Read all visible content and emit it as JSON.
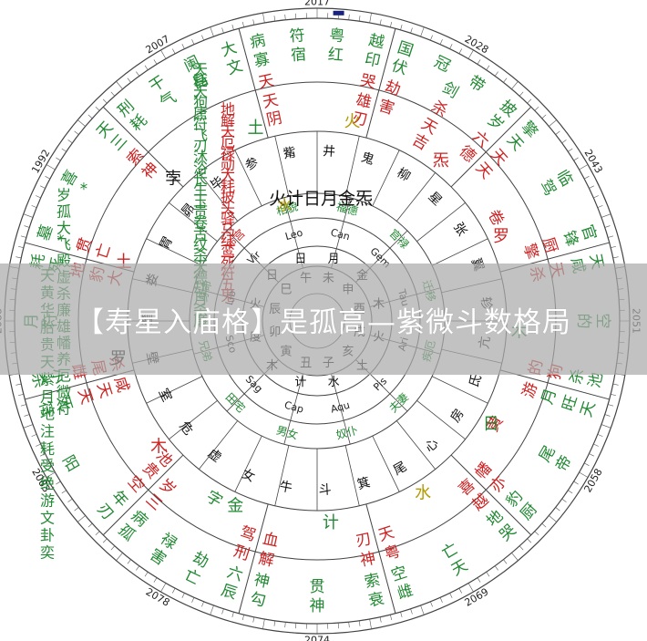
{
  "banner": {
    "title": "【寿星入庙格】是孤高—紫微斗数格局"
  },
  "colors": {
    "red": "#cc2222",
    "green": "#228833",
    "black": "#111111",
    "gold": "#b39a00",
    "ring": "#444444"
  },
  "years": [
    "2017",
    "2028",
    "2043",
    "2051",
    "2058",
    "2069",
    "2074",
    "2078",
    "2083",
    "2088",
    "1992",
    "2007"
  ],
  "houses": [
    {
      "stars_outer": [
        {
          "t": "病",
          "c": "green"
        },
        {
          "t": "符",
          "c": "green"
        },
        {
          "t": "粤",
          "c": "green"
        },
        {
          "t": "越",
          "c": "green"
        },
        {
          "t": "寡",
          "c": "green"
        },
        {
          "t": "宿",
          "c": "green"
        },
        {
          "t": "红",
          "c": "green"
        },
        {
          "t": "印",
          "c": "green"
        }
      ],
      "stars_inner": [
        {
          "t": "天",
          "c": "red"
        },
        {
          "t": "哭",
          "c": "red"
        },
        {
          "t": "天",
          "c": "red"
        },
        {
          "t": "雄",
          "c": "red"
        },
        {
          "t": "阴",
          "c": "red"
        },
        {
          "t": "刃",
          "c": "red"
        }
      ]
    },
    {
      "stars_outer": [
        {
          "t": "国",
          "c": "green"
        },
        {
          "t": "冠",
          "c": "green"
        },
        {
          "t": "带",
          "c": "green"
        },
        {
          "t": "披",
          "c": "green"
        },
        {
          "t": "伏",
          "c": "green"
        },
        {
          "t": "剑",
          "c": "green"
        },
        {
          "t": "岁",
          "c": "green"
        }
      ],
      "stars_inner": [
        {
          "t": "劫",
          "c": "red"
        },
        {
          "t": "杀",
          "c": "red"
        },
        {
          "t": "六",
          "c": "red"
        },
        {
          "t": "害",
          "c": "red"
        },
        {
          "t": "天",
          "c": "red"
        },
        {
          "t": "德",
          "c": "red"
        },
        {
          "t": "吉",
          "c": "red"
        }
      ]
    },
    {
      "stars_outer": [
        {
          "t": "擎",
          "c": "green"
        },
        {
          "t": "临",
          "c": "green"
        },
        {
          "t": "官",
          "c": "green"
        },
        {
          "t": "天",
          "c": "green"
        },
        {
          "t": "驾",
          "c": "green"
        },
        {
          "t": "锋",
          "c": "green"
        }
      ],
      "stars_inner": [
        {
          "t": "天",
          "c": "red"
        },
        {
          "t": "厨",
          "c": "red"
        },
        {
          "t": "天",
          "c": "red"
        },
        {
          "t": "擎",
          "c": "red"
        },
        {
          "t": "卷",
          "c": "red"
        }
      ]
    },
    {
      "stars_outer": [
        {
          "t": "天",
          "c": "green"
        },
        {
          "t": "空",
          "c": "green"
        },
        {
          "t": "池",
          "c": "green"
        },
        {
          "t": "咸",
          "c": "green"
        },
        {
          "t": "的",
          "c": "green"
        },
        {
          "t": "杀",
          "c": "green"
        }
      ],
      "stars_inner": [
        {
          "t": "天",
          "c": "red"
        },
        {
          "t": "狗",
          "c": "red"
        },
        {
          "t": "杀",
          "c": "red"
        },
        {
          "t": "的",
          "c": "red"
        }
      ]
    },
    {
      "stars_outer": [
        {
          "t": "天",
          "c": "green"
        },
        {
          "t": "帝",
          "c": "green"
        },
        {
          "t": "厨",
          "c": "green"
        },
        {
          "t": "旺",
          "c": "green"
        },
        {
          "t": "尾",
          "c": "green"
        },
        {
          "t": "豹",
          "c": "green"
        }
      ],
      "stars_inner": [
        {
          "t": "月",
          "c": "green"
        },
        {
          "t": "亦",
          "c": "red"
        },
        {
          "t": "游",
          "c": "red"
        },
        {
          "t": "幡",
          "c": "red"
        },
        {
          "t": "黄",
          "c": "red"
        }
      ]
    },
    {
      "stars_outer": [
        {
          "t": "哭",
          "c": "green"
        },
        {
          "t": "天",
          "c": "green"
        },
        {
          "t": "雌",
          "c": "green"
        },
        {
          "t": "地",
          "c": "green"
        },
        {
          "t": "亡",
          "c": "green"
        },
        {
          "t": "空",
          "c": "green"
        }
      ],
      "stars_inner": [
        {
          "t": "越",
          "c": "red"
        },
        {
          "t": "粤",
          "c": "red"
        },
        {
          "t": "喜",
          "c": "red"
        },
        {
          "t": "天",
          "c": "red"
        }
      ]
    },
    {
      "stars_outer": [
        {
          "t": "衰",
          "c": "green"
        },
        {
          "t": "神",
          "c": "green"
        },
        {
          "t": "勾",
          "c": "green"
        },
        {
          "t": "索",
          "c": "green"
        },
        {
          "t": "贯",
          "c": "green"
        },
        {
          "t": "神",
          "c": "green"
        }
      ],
      "stars_inner": [
        {
          "t": "神",
          "c": "red"
        },
        {
          "t": "解",
          "c": "red"
        },
        {
          "t": "刃",
          "c": "red"
        },
        {
          "t": "血",
          "c": "red"
        }
      ]
    },
    {
      "stars_outer": [
        {
          "t": "辰",
          "c": "green"
        },
        {
          "t": "亡",
          "c": "green"
        },
        {
          "t": "害",
          "c": "green"
        },
        {
          "t": "孤",
          "c": "green"
        },
        {
          "t": "六",
          "c": "green"
        },
        {
          "t": "劫",
          "c": "green"
        },
        {
          "t": "禄",
          "c": "green"
        },
        {
          "t": "病",
          "c": "green"
        }
      ],
      "stars_inner": [
        {
          "t": "刑",
          "c": "red"
        },
        {
          "t": "三",
          "c": "red"
        },
        {
          "t": "驾",
          "c": "red"
        },
        {
          "t": "岁",
          "c": "red"
        },
        {
          "t": "字",
          "c": "green"
        }
      ]
    },
    {
      "stars_outer": [
        {
          "t": "刃",
          "c": "green"
        },
        {
          "t": "阳",
          "c": "green"
        },
        {
          "t": "符",
          "c": "green"
        },
        {
          "t": "年",
          "c": "green"
        },
        {
          "t": "死",
          "c": "green"
        }
      ],
      "stars_inner": [
        {
          "t": "空",
          "c": "red"
        },
        {
          "t": "天",
          "c": "red"
        },
        {
          "t": "贵",
          "c": "red"
        },
        {
          "t": "天",
          "c": "red"
        },
        {
          "t": "池",
          "c": "red"
        },
        {
          "t": "咸",
          "c": "red"
        }
      ]
    },
    {
      "stars_outer": [
        {
          "t": "杀",
          "c": "green"
        },
        {
          "t": "月",
          "c": "green"
        },
        {
          "t": "耗",
          "c": "green"
        },
        {
          "t": "小",
          "c": "green"
        },
        {
          "t": "符",
          "c": "green"
        },
        {
          "t": "死",
          "c": "green"
        }
      ],
      "stars_inner": [
        {
          "t": "雌",
          "c": "red"
        },
        {
          "t": "地",
          "c": "red"
        },
        {
          "t": "尾",
          "c": "red"
        },
        {
          "t": "豹",
          "c": "red"
        },
        {
          "t": "杀",
          "c": "red"
        },
        {
          "t": "大",
          "c": "red"
        }
      ]
    },
    {
      "stars_outer": [
        {
          "t": "墓",
          "c": "green"
        },
        {
          "t": "喜",
          "c": "green"
        },
        {
          "t": "天",
          "c": "green"
        },
        {
          "t": "*",
          "c": "green"
        },
        {
          "t": "*",
          "c": "green"
        },
        {
          "t": "三",
          "c": "green"
        }
      ],
      "stars_inner": [
        {
          "t": "贯",
          "c": "red"
        },
        {
          "t": "索",
          "c": "red"
        },
        {
          "t": "亡",
          "c": "red"
        },
        {
          "t": "神",
          "c": "red"
        }
      ]
    },
    {
      "stars_outer": [
        {
          "t": "刑",
          "c": "green"
        },
        {
          "t": "干",
          "c": "green"
        },
        {
          "t": "阑",
          "c": "green"
        },
        {
          "t": "大",
          "c": "green"
        },
        {
          "t": "耗",
          "c": "green"
        },
        {
          "t": "气",
          "c": "green"
        },
        {
          "t": "昌",
          "c": "green"
        },
        {
          "t": "文",
          "c": "green"
        }
      ],
      "stars_inner": []
    }
  ],
  "left_outer": [
    {
      "t": "天",
      "c": "green"
    },
    {
      "t": "黄",
      "c": "green"
    },
    {
      "t": "华",
      "c": "green"
    },
    {
      "t": "胎",
      "c": "green"
    },
    {
      "t": "贵",
      "c": "green"
    },
    {
      "t": "天",
      "c": "green"
    },
    {
      "t": "紫",
      "c": "green"
    },
    {
      "t": "月",
      "c": "green"
    },
    {
      "t": "地",
      "c": "green"
    },
    {
      "t": "注",
      "c": "green"
    },
    {
      "t": "耗",
      "c": "green"
    },
    {
      "t": "受",
      "c": "green"
    },
    {
      "t": "绝",
      "c": "green"
    },
    {
      "t": "游",
      "c": "green"
    },
    {
      "t": "文",
      "c": "green"
    },
    {
      "t": "卦",
      "c": "green"
    },
    {
      "t": "奕",
      "c": "green"
    }
  ],
  "left_outer2": [
    {
      "t": "岁",
      "c": "green"
    },
    {
      "t": "孤",
      "c": "green"
    },
    {
      "t": "大",
      "c": "green"
    },
    {
      "t": "飞",
      "c": "green"
    },
    {
      "t": "殿",
      "c": "green"
    },
    {
      "t": "虚",
      "c": "green"
    },
    {
      "t": "杀",
      "c": "green"
    },
    {
      "t": "廉",
      "c": "green"
    },
    {
      "t": "雄",
      "c": "green"
    },
    {
      "t": "幡",
      "c": "green"
    },
    {
      "t": "养",
      "c": "green"
    },
    {
      "t": "厄",
      "c": "green"
    },
    {
      "t": "微",
      "c": "green"
    },
    {
      "t": "符",
      "c": "green"
    }
  ],
  "upper_left": [
    {
      "t": "天",
      "c": "green"
    },
    {
      "t": "耗",
      "c": "green"
    },
    {
      "t": "天",
      "c": "green"
    },
    {
      "t": "狗",
      "c": "green"
    },
    {
      "t": "唐",
      "c": "green"
    },
    {
      "t": "符",
      "c": "green"
    },
    {
      "t": "飞",
      "c": "green"
    },
    {
      "t": "刃",
      "c": "green"
    },
    {
      "t": "沐",
      "c": "green"
    },
    {
      "t": "浴",
      "c": "green"
    },
    {
      "t": "长",
      "c": "green"
    },
    {
      "t": "生",
      "c": "green"
    },
    {
      "t": "玉",
      "c": "green"
    },
    {
      "t": "贵",
      "c": "green"
    },
    {
      "t": "卷",
      "c": "green"
    },
    {
      "t": "舌",
      "c": "green"
    },
    {
      "t": "纹",
      "c": "green"
    },
    {
      "t": "杀",
      "c": "green"
    },
    {
      "t": "天",
      "c": "green"
    },
    {
      "t": "德",
      "c": "green"
    },
    {
      "t": "劫",
      "c": "green"
    },
    {
      "t": "月",
      "c": "green"
    },
    {
      "t": "杀",
      "c": "green"
    },
    {
      "t": "廉",
      "c": "green"
    }
  ],
  "upper_left_red": [
    {
      "t": "地",
      "c": "red"
    },
    {
      "t": "解",
      "c": "red"
    },
    {
      "t": "天",
      "c": "red"
    },
    {
      "t": "厄",
      "c": "red"
    },
    {
      "t": "禄",
      "c": "red"
    },
    {
      "t": "勋",
      "c": "red"
    },
    {
      "t": "大",
      "c": "red"
    },
    {
      "t": "耗",
      "c": "red"
    },
    {
      "t": "披",
      "c": "red"
    },
    {
      "t": "头",
      "c": "red"
    },
    {
      "t": "驿",
      "c": "red"
    },
    {
      "t": "马",
      "c": "red"
    },
    {
      "t": "红",
      "c": "red"
    },
    {
      "t": "鸾",
      "c": "red"
    },
    {
      "t": "死",
      "c": "red"
    },
    {
      "t": "符",
      "c": "red"
    },
    {
      "t": "五",
      "c": "red"
    },
    {
      "t": "鬼",
      "c": "red"
    }
  ],
  "mansions": [
    "井",
    "鬼",
    "柳",
    "星",
    "张",
    "翼",
    "轸",
    "亢",
    "氐",
    "房",
    "心",
    "尾",
    "箕",
    "斗",
    "牛",
    "女",
    "虚",
    "危",
    "室",
    "壁",
    "奎",
    "娄",
    "胃",
    "昴",
    "毕",
    "参",
    "觜"
  ],
  "ring_labels": [
    {
      "t": "火",
      "c": "gold"
    },
    {
      "t": "炁",
      "c": "red"
    },
    {
      "t": "罗",
      "c": "red"
    },
    {
      "t": "木",
      "c": "green"
    },
    {
      "t": "日",
      "c": "green"
    },
    {
      "t": "水",
      "c": "gold"
    },
    {
      "t": "计",
      "c": "green"
    },
    {
      "t": "金",
      "c": "green"
    },
    {
      "t": "木",
      "c": "red"
    },
    {
      "t": "罗",
      "c": "black"
    },
    {
      "t": "土",
      "c": "red"
    },
    {
      "t": "孛",
      "c": "black"
    },
    {
      "t": "土",
      "c": "green"
    }
  ],
  "inner_top": {
    "line": "火计日月金炁",
    "water": "水"
  },
  "palaces": [
    {
      "t": "相貌",
      "c": "green"
    },
    {
      "t": "福德",
      "c": "green"
    },
    {
      "t": "官禄",
      "c": "green"
    },
    {
      "t": "迁移",
      "c": "green"
    },
    {
      "t": "疾厄",
      "c": "green"
    },
    {
      "t": "夫妻",
      "c": "green"
    },
    {
      "t": "奴仆",
      "c": "green"
    },
    {
      "t": "男女",
      "c": "green"
    },
    {
      "t": "田宅",
      "c": "green"
    },
    {
      "t": "兄弟",
      "c": "green"
    },
    {
      "t": "身命",
      "c": "green"
    },
    {
      "t": "命宫",
      "c": "red"
    }
  ],
  "zodiac": [
    "Leo",
    "Can",
    "Gem",
    "Tau",
    "Ari",
    "Pis",
    "Aqu",
    "Cap",
    "Sag",
    "Sco",
    "Lib",
    "Vir"
  ],
  "branches": [
    "午",
    "未",
    "申",
    "酉",
    "戌",
    "亥",
    "子",
    "丑",
    "寅",
    "卯",
    "辰",
    "巳"
  ],
  "inner_planets": [
    "日",
    "月",
    "金",
    "木",
    "火",
    "土",
    "水",
    "计",
    "木",
    "度",
    "火",
    "日"
  ]
}
